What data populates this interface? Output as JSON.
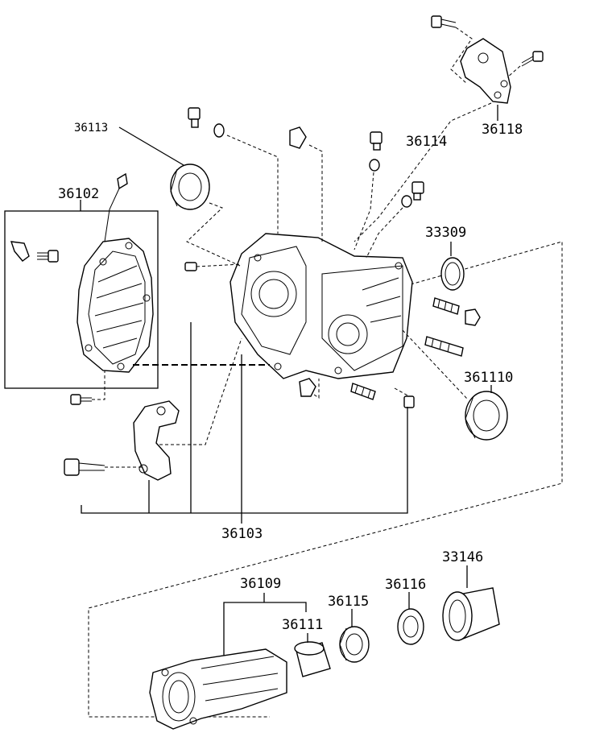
{
  "labels": {
    "p36113": "36113",
    "p36102": "36102",
    "p36114": "36114",
    "p36118": "36118",
    "p33309": "33309",
    "p361110": "361110",
    "p36103": "36103",
    "p36109": "36109",
    "p36111": "36111",
    "p36115": "36115",
    "p36116": "36116",
    "p33146": "33146"
  }
}
